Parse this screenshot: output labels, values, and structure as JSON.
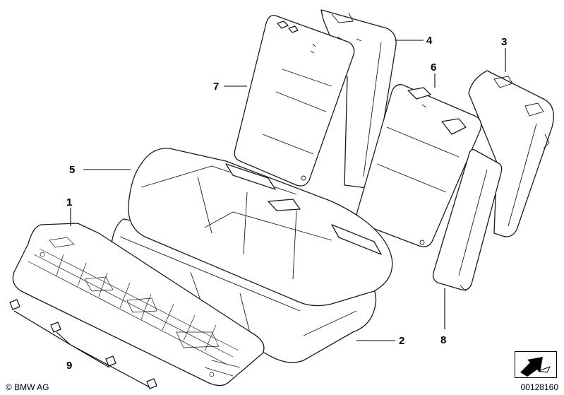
{
  "callouts": [
    "1",
    "2",
    "3",
    "4",
    "5",
    "6",
    "7",
    "8",
    "9"
  ],
  "footer": {
    "copyright": "© BMW AG",
    "diagram_id": "00128160"
  },
  "icons": {
    "nav": "arrow-navigation-icon",
    "fasteners": "clip-icon"
  }
}
